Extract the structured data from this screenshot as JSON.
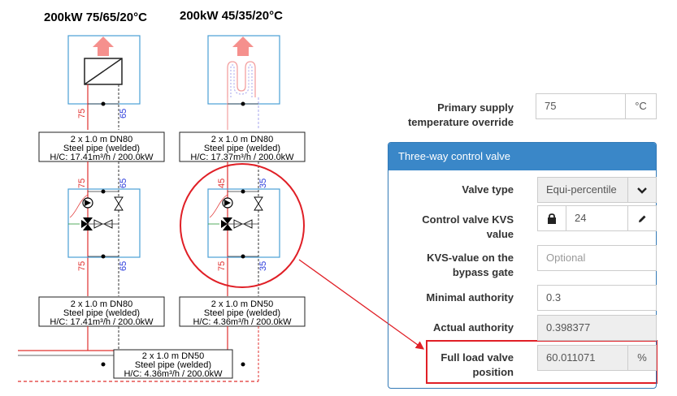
{
  "diagram": {
    "left_title": "200kW 75/65/20°C",
    "right_title": "200kW 45/35/20°C",
    "colors": {
      "supply": "#e0302f",
      "return": "#2f3fdc",
      "frame": "#4a9fd5",
      "highlight": "#e01f26",
      "arrow": "#f5908d"
    },
    "left_circuit": {
      "supply_temp_top": "75",
      "return_temp_top": "65",
      "supply_temp_mid": "75",
      "return_temp_mid": "65",
      "supply_temp_bottom": "75",
      "return_temp_bottom": "65",
      "pipe_top": {
        "line1": "2 x 1.0 m DN80",
        "line2": "Steel pipe (welded)",
        "line3": "H/C: 17.41m³/h / 200.0kW"
      },
      "pipe_bottom": {
        "line1": "2 x 1.0 m DN80",
        "line2": "Steel pipe (welded)",
        "line3": "H/C: 17.41m³/h / 200.0kW"
      }
    },
    "right_circuit": {
      "supply_temp_mid": "45",
      "return_temp_mid": "35",
      "supply_temp_bottom": "75",
      "return_temp_bottom": "35",
      "pipe_top": {
        "line1": "2 x 1.0 m DN80",
        "line2": "Steel pipe (welded)",
        "line3": "H/C: 17.37m³/h / 200.0kW"
      },
      "pipe_bottom": {
        "line1": "2 x 1.0 m DN50",
        "line2": "Steel pipe (welded)",
        "line3": "H/C: 4.36m³/h / 200.0kW"
      }
    },
    "main_pipe": {
      "line1": "2 x 1.0 m DN50",
      "line2": "Steel pipe (welded)",
      "line3": "H/C: 4.36m³/h / 200.0kW"
    }
  },
  "form": {
    "primary_supply": {
      "label_line1": "Primary supply",
      "label_line2": "temperature override",
      "value": "75",
      "unit": "°C"
    },
    "panel_title": "Three-way control valve",
    "valve_type": {
      "label": "Valve type",
      "value": "Equi-percentile"
    },
    "kvs": {
      "label_line1": "Control valve KVS",
      "label_line2": "value",
      "value": "24"
    },
    "bypass": {
      "label_line1": "KVS-value on the",
      "label_line2": "bypass gate",
      "placeholder": "Optional"
    },
    "min_authority": {
      "label": "Minimal authority",
      "value": "0.3"
    },
    "actual_authority": {
      "label": "Actual authority",
      "value": "0.398377"
    },
    "full_load": {
      "label_line1": "Full load valve",
      "label_line2": "position",
      "value": "60.011071",
      "unit": "%"
    }
  }
}
